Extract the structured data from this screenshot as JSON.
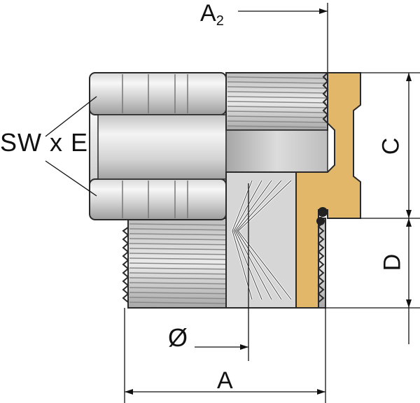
{
  "labels": {
    "a2_main": "A",
    "a2_sub": "2",
    "sw_e": "SW x E",
    "diameter": "Ø",
    "a": "A",
    "c": "C",
    "d": "D"
  },
  "colors": {
    "brass": "#e2b76a",
    "steel_light": "#eeeeee",
    "steel_mid": "#c9c9c9",
    "steel_dark": "#9a9a9a",
    "outline": "#2a2a2a"
  }
}
